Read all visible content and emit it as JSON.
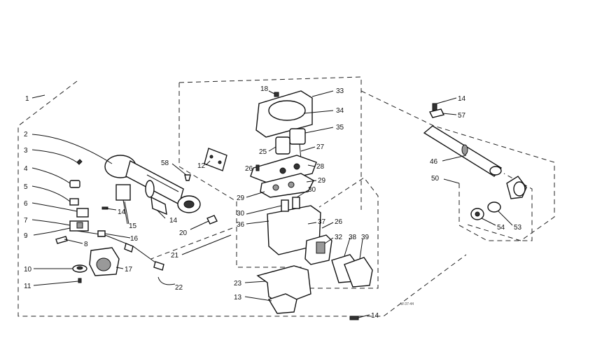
{
  "labels": {
    "l1": "1",
    "l2": "2",
    "l3": "3",
    "l4": "4",
    "l5": "5",
    "l6": "6",
    "l7": "7",
    "l8": "8",
    "l9": "9",
    "l10": "10",
    "l11": "11",
    "l12": "12",
    "l13": "13",
    "l14a": "14",
    "l14b": "14",
    "l14c": "14",
    "l14d": "14",
    "l15": "15",
    "l16": "16",
    "l17": "17",
    "l18": "18",
    "l20": "20",
    "l21": "21",
    "l22": "22",
    "l23": "23",
    "l25": "25",
    "l26a": "26",
    "l26b": "26",
    "l27": "27",
    "l28": "28",
    "l29a": "29",
    "l29b": "29",
    "l30a": "30",
    "l30b": "30",
    "l32": "32",
    "l33": "33",
    "l34": "34",
    "l35": "35",
    "l36": "36",
    "l37": "37",
    "l38": "38",
    "l39": "39",
    "l46": "46",
    "l50": "50",
    "l53": "53",
    "l54": "54",
    "l57": "57",
    "l58": "58"
  },
  "drawing_code": "W-37-44"
}
